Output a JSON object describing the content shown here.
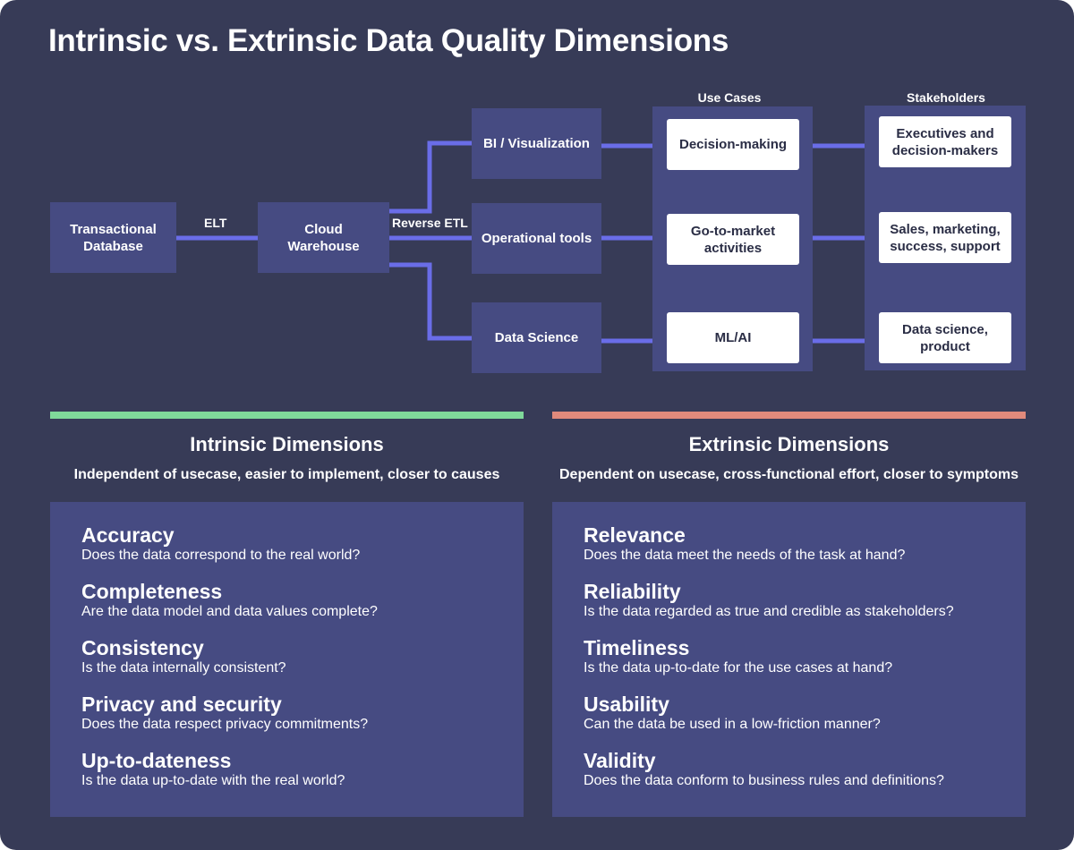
{
  "title": "Intrinsic vs. Extrinsic Data Quality Dimensions",
  "flow": {
    "source": "Transactional Database",
    "elt_label": "ELT",
    "warehouse": "Cloud Warehouse",
    "reverse_etl_label": "Reverse ETL",
    "tools": [
      "BI / Visualization",
      "Operational tools",
      "Data Science"
    ],
    "use_cases_header": "Use Cases",
    "use_cases": [
      "Decision-making",
      "Go-to-market activities",
      "ML/AI"
    ],
    "stakeholders_header": "Stakeholders",
    "stakeholders": [
      "Executives and decision-makers",
      "Sales, marketing, success, support",
      "Data science, product"
    ],
    "line_color": "#6a6de8"
  },
  "intrinsic": {
    "title": "Intrinsic Dimensions",
    "subtitle": "Independent of usecase,  easier to implement, closer to causes",
    "accent_color": "#7fd99a",
    "items": [
      {
        "name": "Accuracy",
        "desc": "Does the data correspond to the real world?"
      },
      {
        "name": "Completeness",
        "desc": "Are the data model and data values complete?"
      },
      {
        "name": "Consistency",
        "desc": "Is the data internally consistent?"
      },
      {
        "name": "Privacy and security",
        "desc": "Does the data respect privacy commitments?"
      },
      {
        "name": "Up-to-dateness",
        "desc": "Is the data up-to-date with the real world?"
      }
    ]
  },
  "extrinsic": {
    "title": "Extrinsic Dimensions",
    "subtitle": "Dependent on usecase, cross-functional effort, closer to symptoms",
    "accent_color": "#e08a7c",
    "items": [
      {
        "name": "Relevance",
        "desc": "Does the data meet the needs of the task at hand?"
      },
      {
        "name": "Reliability",
        "desc": "Is the data regarded as true and credible as stakeholders?"
      },
      {
        "name": "Timeliness",
        "desc": "Is the data up-to-date for the use cases at hand?"
      },
      {
        "name": "Usability",
        "desc": "Can the data be used in a low-friction manner?"
      },
      {
        "name": "Validity",
        "desc": "Does the data conform to business rules and definitions?"
      }
    ]
  }
}
